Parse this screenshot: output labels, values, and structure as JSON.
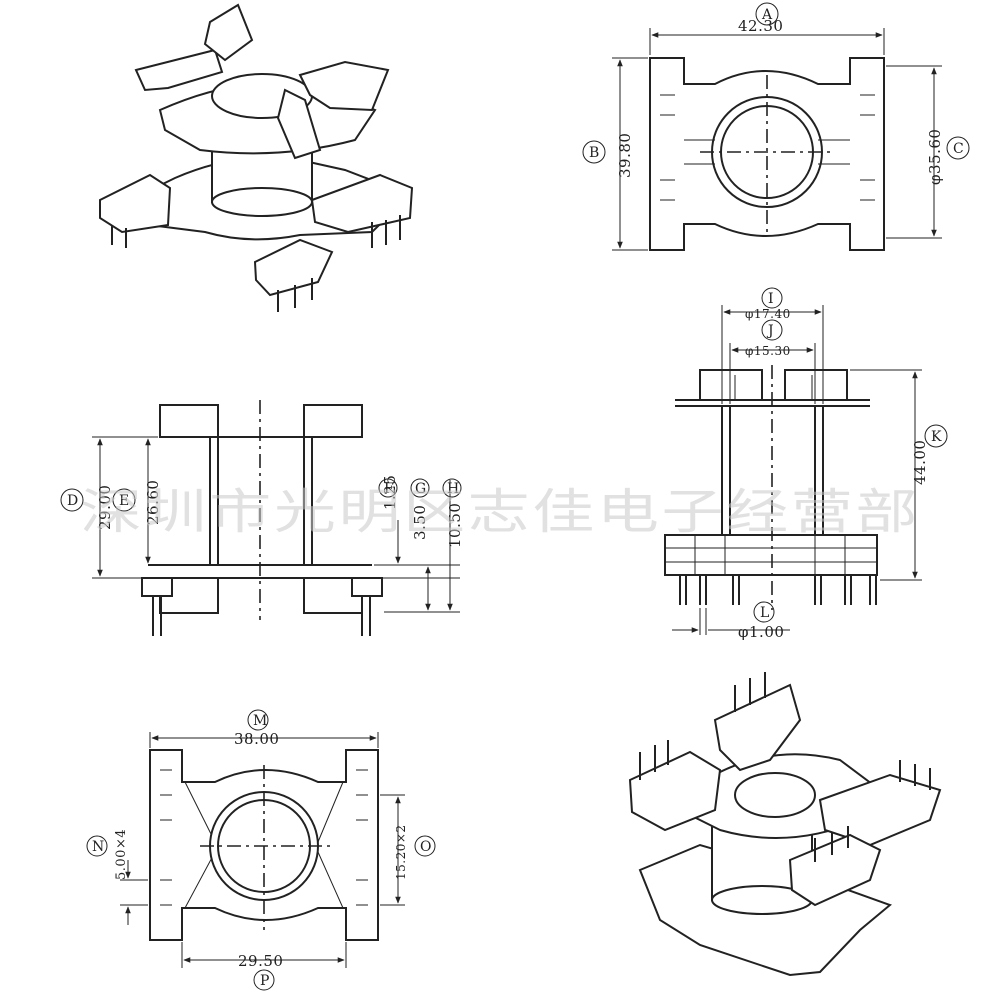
{
  "watermark": "深圳市光明区志佳电子经营部",
  "views": {
    "top": {
      "dims": {
        "A": "42.30",
        "B": "39.80",
        "C": "φ35.60"
      },
      "labels": {
        "A": "A",
        "B": "B",
        "C": "C"
      }
    },
    "front": {
      "dims": {
        "D": "29.00",
        "E": "26.60",
        "F": "1.25",
        "G": "3.50",
        "H": "10.50"
      },
      "labels": {
        "D": "D",
        "E": "E",
        "F": "F",
        "G": "G",
        "H": "H"
      }
    },
    "side": {
      "dims": {
        "I": "φ17.40",
        "J": "φ15.30",
        "K": "44.00",
        "L": "φ1.00"
      },
      "labels": {
        "I": "I",
        "J": "J",
        "K": "K",
        "L": "L"
      }
    },
    "bottom": {
      "dims": {
        "M": "38.00",
        "N": "5.00×4",
        "O": "15.20×2",
        "P": "29.50"
      },
      "labels": {
        "M": "M",
        "N": "N",
        "O": "O",
        "P": "P"
      }
    }
  }
}
